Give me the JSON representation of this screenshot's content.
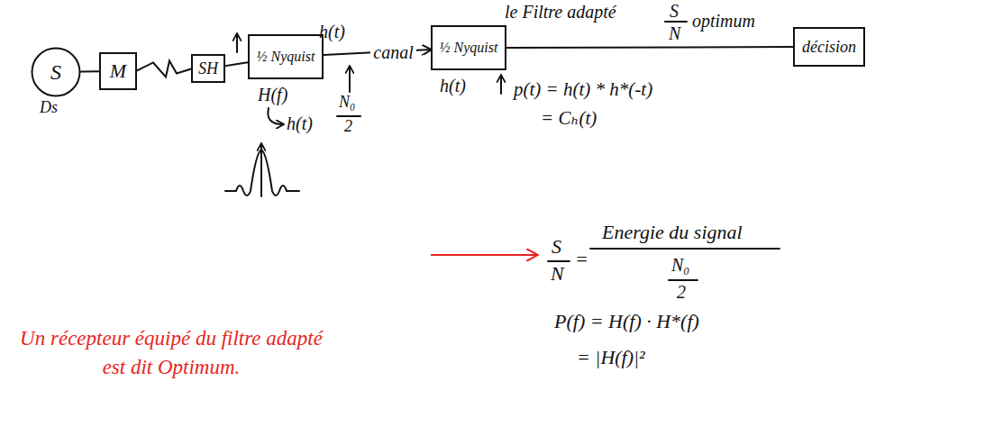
{
  "diagram": {
    "nodes": [
      {
        "text": [
          "S"
        ]
      },
      {
        "text": [
          "M"
        ]
      },
      {
        "text": [
          "SH"
        ]
      },
      {
        "text": [
          "½ Nyquist"
        ]
      },
      {
        "text": [
          "½ Nyquist"
        ]
      },
      {
        "text": [
          "décision"
        ]
      }
    ],
    "edges": [
      {
        "from": 0,
        "to": 1,
        "arrow": "none"
      },
      {
        "from": 1,
        "to": 2,
        "arrow": "none"
      },
      {
        "from": 2,
        "to": 3,
        "arrow": "none"
      },
      {
        "from": 3,
        "to": 4,
        "label": "canal",
        "arrow": "to"
      },
      {
        "from": 4,
        "to": 5,
        "arrow": "none"
      }
    ],
    "labels": [
      "le Filtre adapté",
      "S",
      "N",
      "optimum",
      "Ds",
      "h(t)",
      "H(f)",
      "h(t)",
      "N₀",
      "2",
      "h(t)",
      "p(t) = h(t) * h*(-t)",
      "= Cₕ(t)",
      "Un récepteur équipé du filtre adapté est dit Optimum.",
      "S",
      "N",
      "=",
      "Energie du signal",
      "N₀",
      "2",
      "P(f) = H(f) · H*(f)",
      "= |H(f)|²"
    ]
  }
}
